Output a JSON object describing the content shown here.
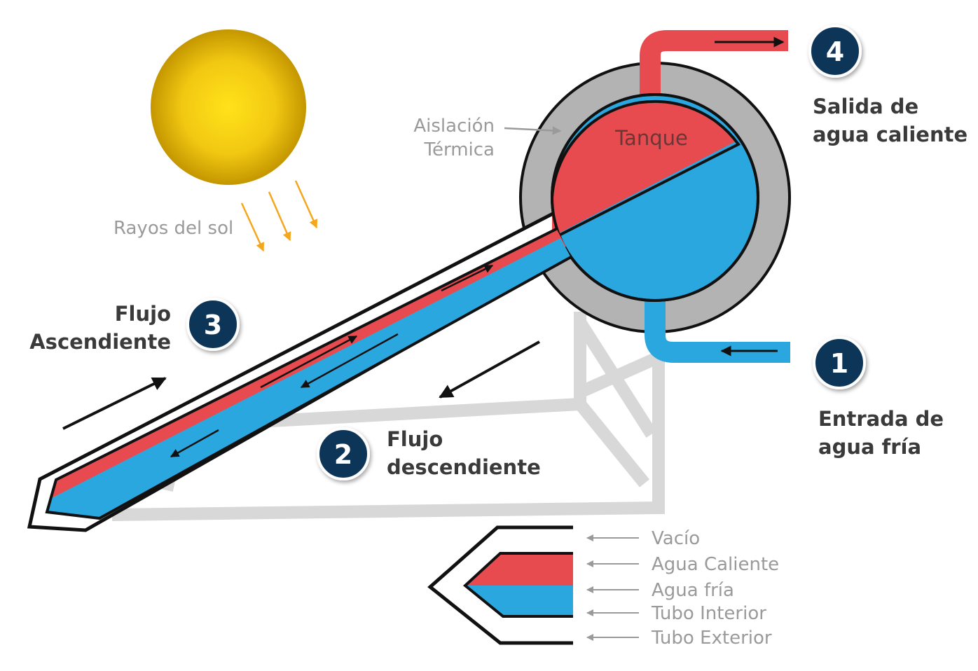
{
  "colors": {
    "hot": "#E84B4F",
    "cold": "#2BA7E0",
    "insulation": "#B3B3B3",
    "frame": "#D8D8D8",
    "badge": "#0D3559",
    "sun_center": "#FFE21A",
    "sun_edge": "#C99A00",
    "sun_ray": "#F4A71D",
    "gray_text": "#9A9A9A",
    "dark_text": "#3A3A3A"
  },
  "labels": {
    "sun_rays": "Rayos del sol",
    "insulation_line1": "Aislación",
    "insulation_line2": "Térmica",
    "tank": "Tanque",
    "hot_out_line1": "Salida de",
    "hot_out_line2": "agua caliente",
    "cold_in_line1": "Entrada de",
    "cold_in_line2": "agua fría",
    "up_flow_line1": "Flujo",
    "up_flow_line2": "Ascendiente",
    "down_flow_line1": "Flujo",
    "down_flow_line2": "descendiente"
  },
  "badges": {
    "one": "1",
    "two": "2",
    "three": "3",
    "four": "4"
  },
  "legend": {
    "items": [
      "Vacío",
      "Agua Caliente",
      "Agua fría",
      "Tubo Interior",
      "Tubo Exterior"
    ]
  },
  "icons": [
    "sun-icon",
    "arrow-icon"
  ]
}
